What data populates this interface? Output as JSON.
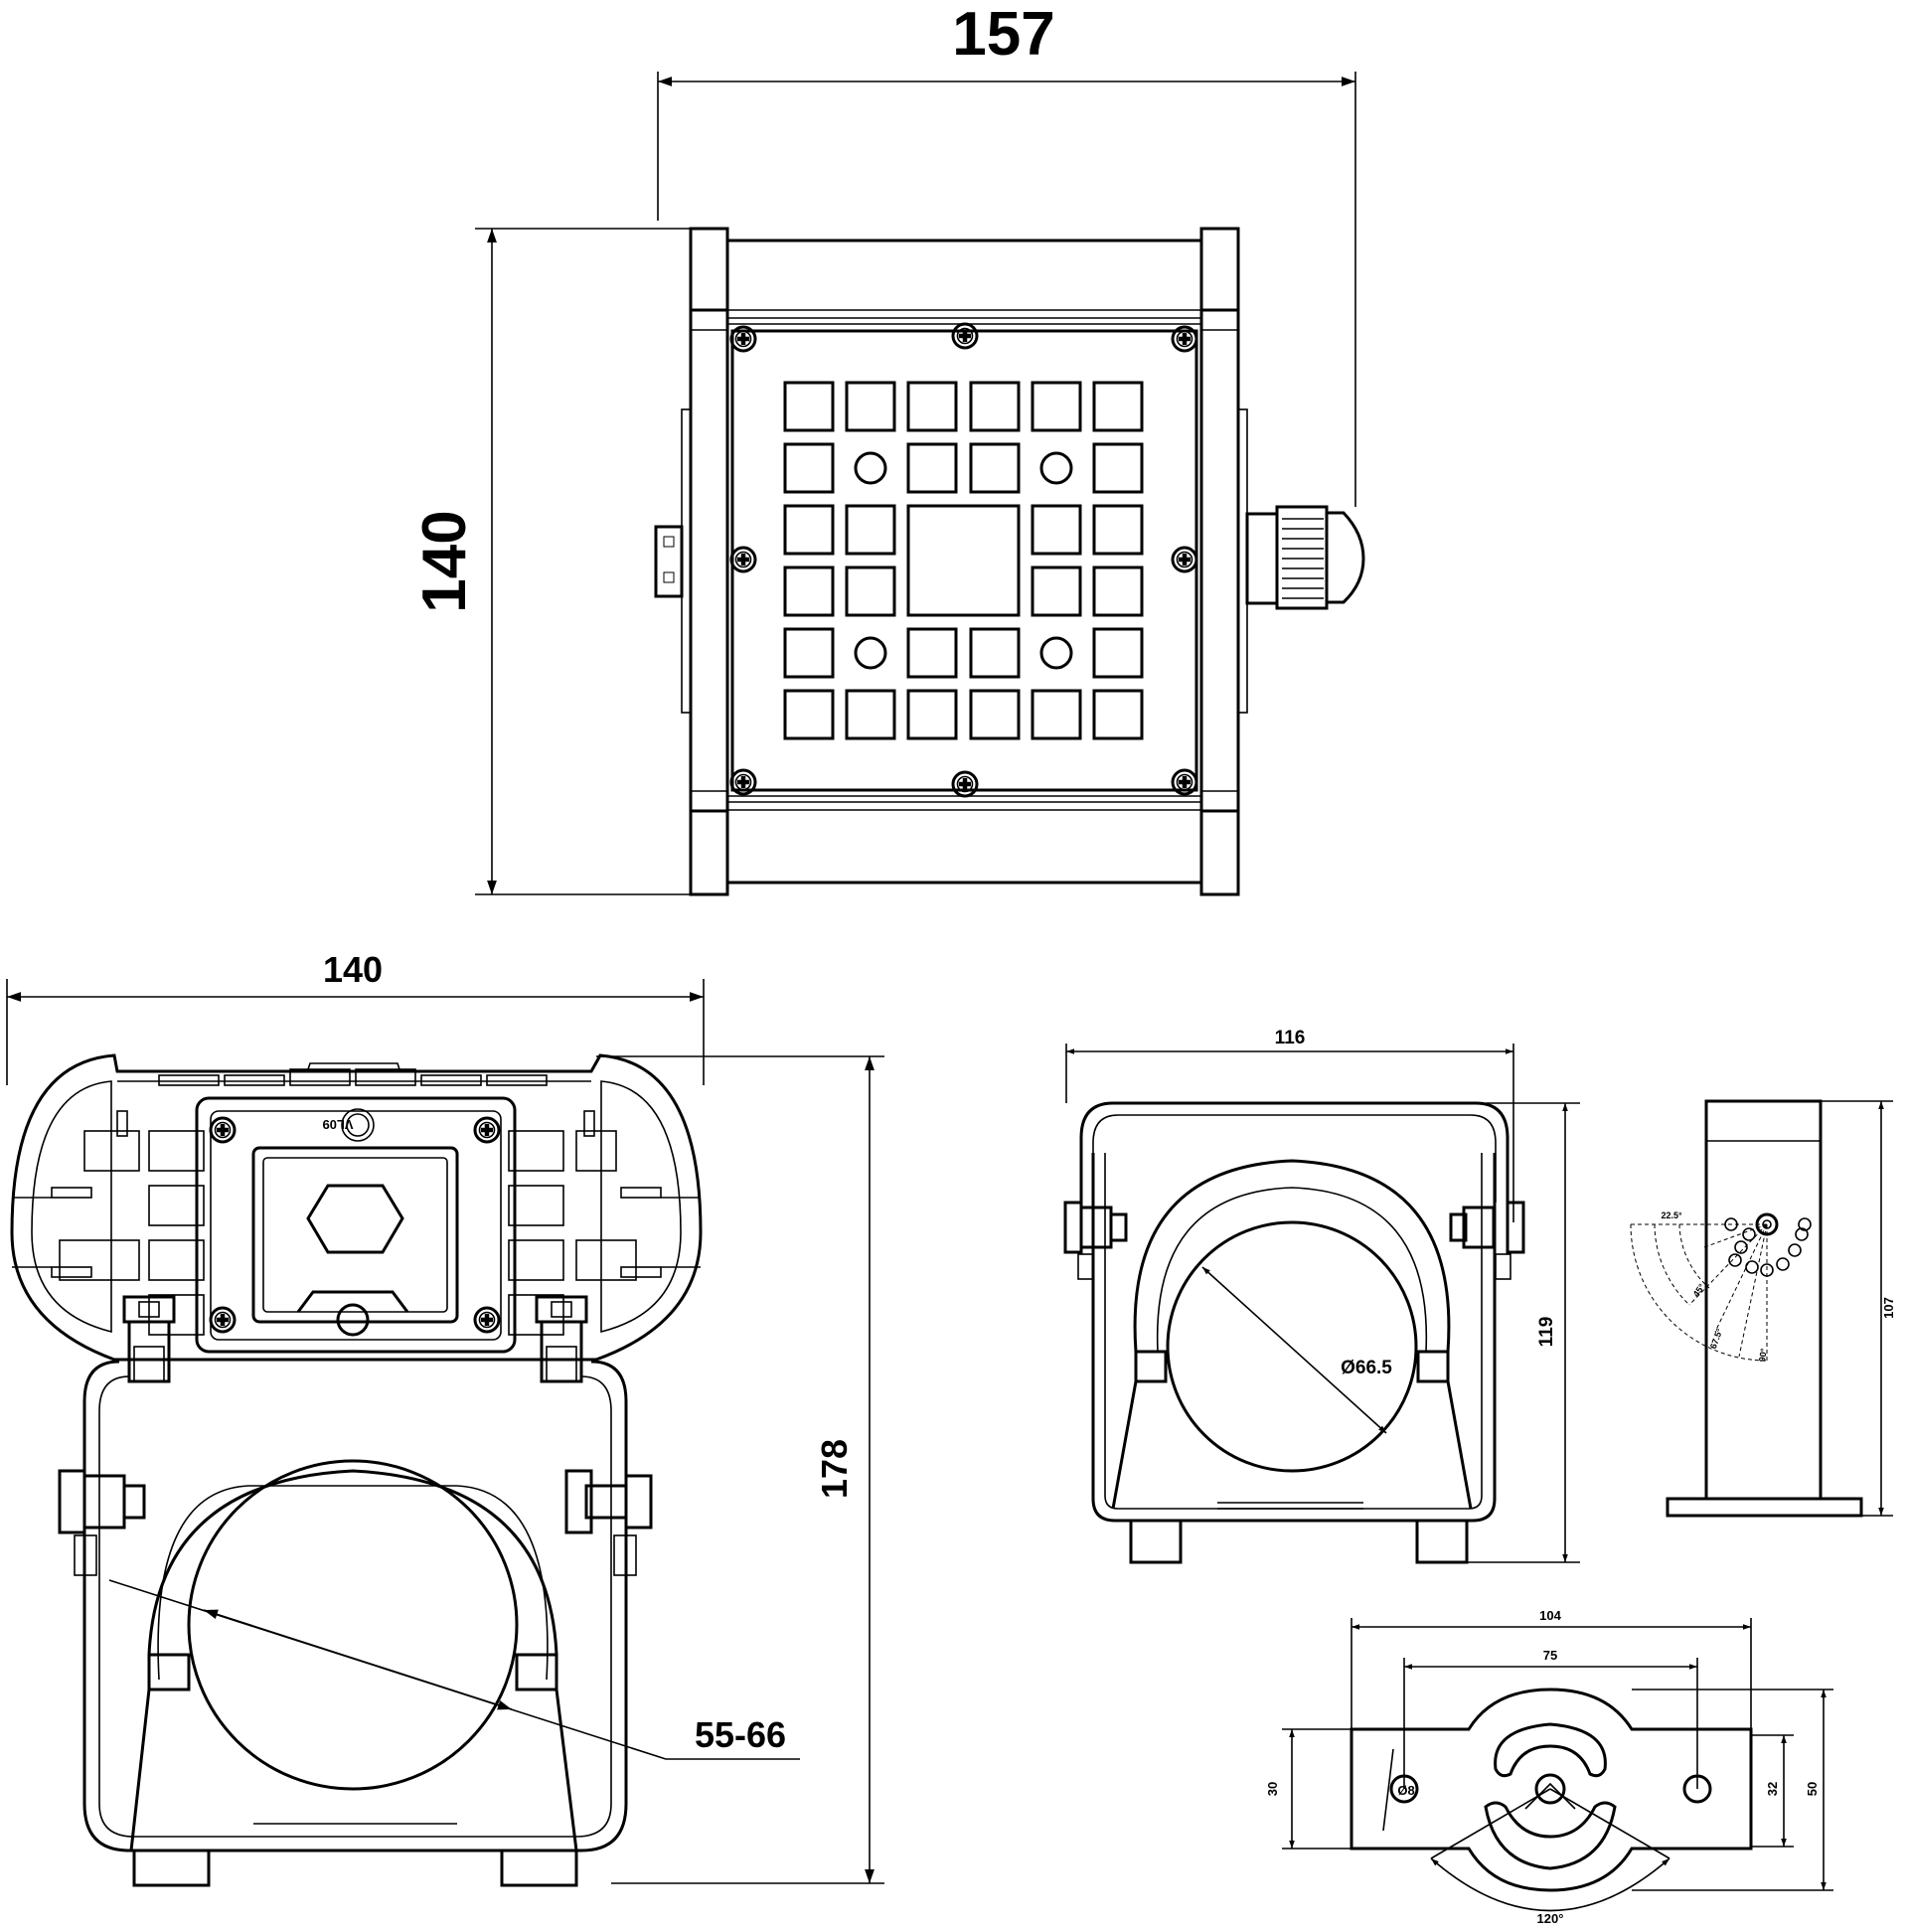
{
  "front_view": {
    "width_label": "157",
    "height_label": "140"
  },
  "side_view": {
    "width_label": "140",
    "height_label": "178",
    "clamp_range_label": "55-66",
    "nameplate_label": "VL09"
  },
  "bracket_front": {
    "width_label": "116",
    "height_label": "119",
    "diameter_label": "Ø66.5"
  },
  "bracket_side": {
    "height_label": "107",
    "angles": [
      "22.5°",
      "45°",
      "67.5°",
      "90°"
    ]
  },
  "bracket_base": {
    "outer_width_label": "104",
    "hole_spacing_label": "75",
    "height_left_label": "30",
    "height_inner_label": "32",
    "height_outer_label": "50",
    "hole_label": "Ø8",
    "swing_angle_label": "120°"
  }
}
